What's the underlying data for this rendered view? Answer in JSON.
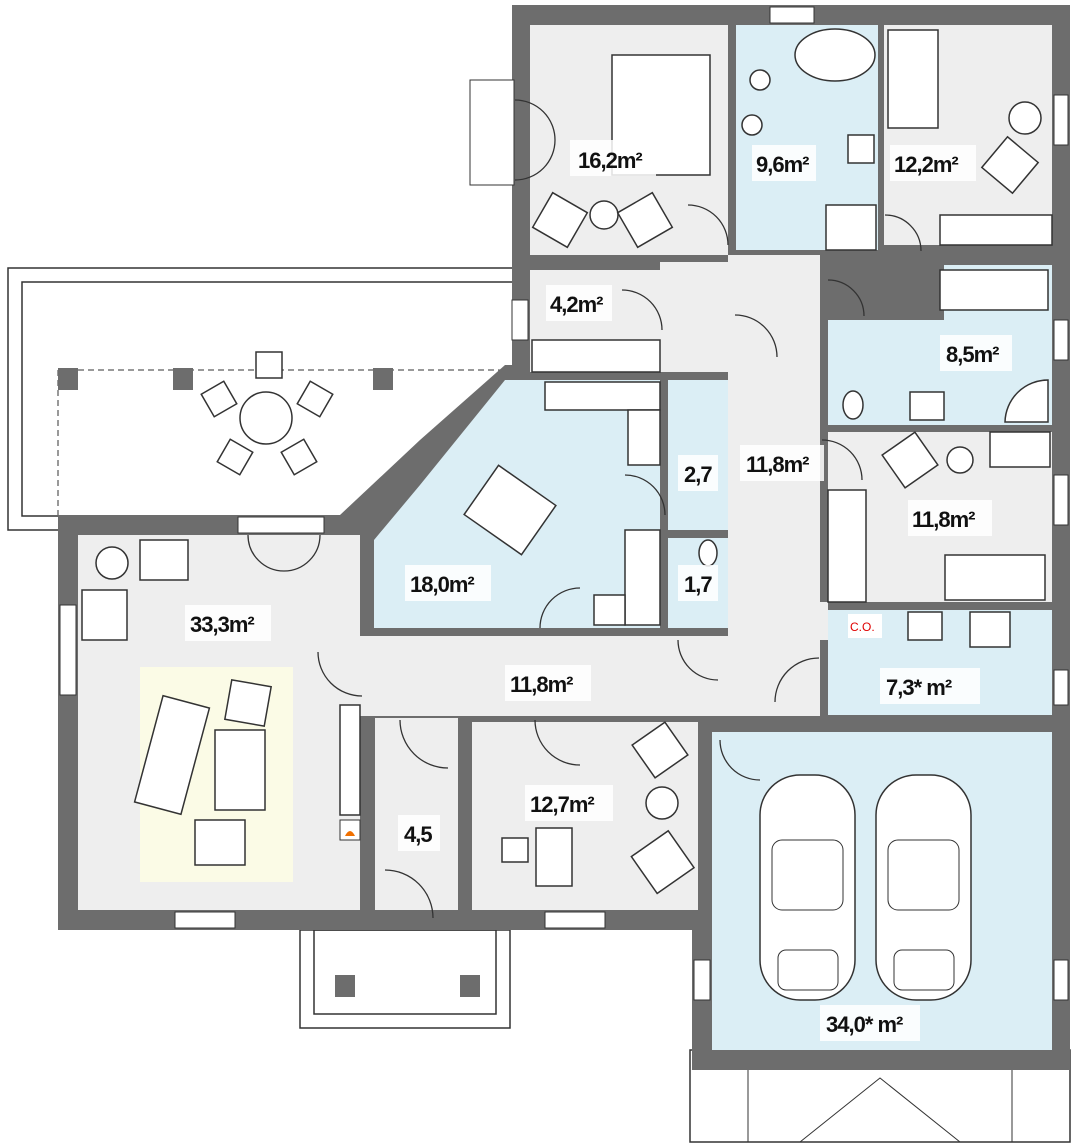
{
  "colors": {
    "wall": "#6d6d6d",
    "floor": "#eeeeee",
    "wet": "#dbeef5",
    "rug": "#fbfbe6"
  },
  "rooms": {
    "bedroom_main": {
      "area": "16,2m²"
    },
    "bathroom_upper": {
      "area": "9,6m²"
    },
    "bedroom_right": {
      "area": "12,2m²"
    },
    "wardrobe": {
      "area": "4,2m²"
    },
    "bathroom_right": {
      "area": "8,5m²"
    },
    "hall_upper": {
      "area": "11,8m²"
    },
    "bedroom_mid": {
      "area": "11,8m²"
    },
    "pantry": {
      "area": "2,7"
    },
    "wc": {
      "area": "1,7"
    },
    "kitchen": {
      "area": "18,0m²"
    },
    "living": {
      "area": "33,3m²"
    },
    "hall_lower": {
      "area": "11,8m²"
    },
    "boiler": {
      "area": "7,3* m²",
      "tag": "C.O."
    },
    "office": {
      "area": "12,7m²"
    },
    "entry": {
      "area": "4,5"
    },
    "garage": {
      "area": "34,0* m²"
    }
  }
}
